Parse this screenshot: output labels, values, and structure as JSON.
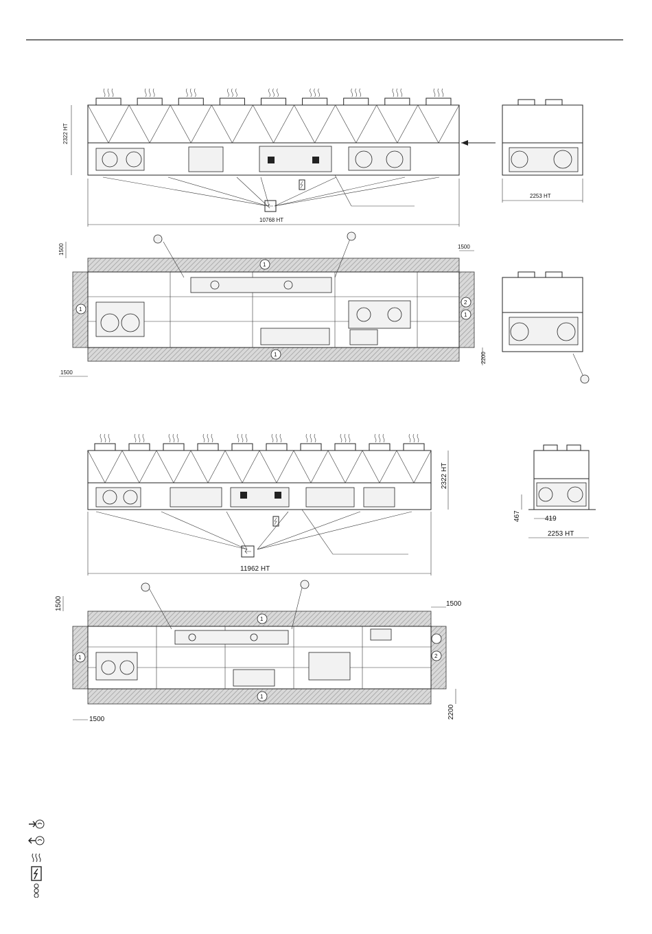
{
  "unit1": {
    "height_dim": "2322 HT",
    "length_dim": "10768 HT",
    "side_width_dim": "2253 HT",
    "clearance_top": "1500",
    "clearance_right": "1500",
    "clearance_left": "1500",
    "clearance_bottom": "2200",
    "zone_label_1": "1",
    "zone_label_2": "2",
    "fan_count": 9
  },
  "unit2": {
    "height_dim": "2322 HT",
    "length_dim": "11962 HT",
    "side_width_dim": "2253 HT",
    "side_offset_dim": "419",
    "side_height_dim": "467",
    "clearance_top": "1500",
    "clearance_right": "1500",
    "clearance_left": "1500",
    "clearance_bottom": "2200",
    "zone_label_1": "1",
    "zone_label_2": "2",
    "fan_count": 10
  },
  "legend": {
    "icons": [
      "water-inlet-icon",
      "water-outlet-icon",
      "air-flow-icon",
      "power-supply-icon",
      "lifting-points-icon"
    ]
  }
}
